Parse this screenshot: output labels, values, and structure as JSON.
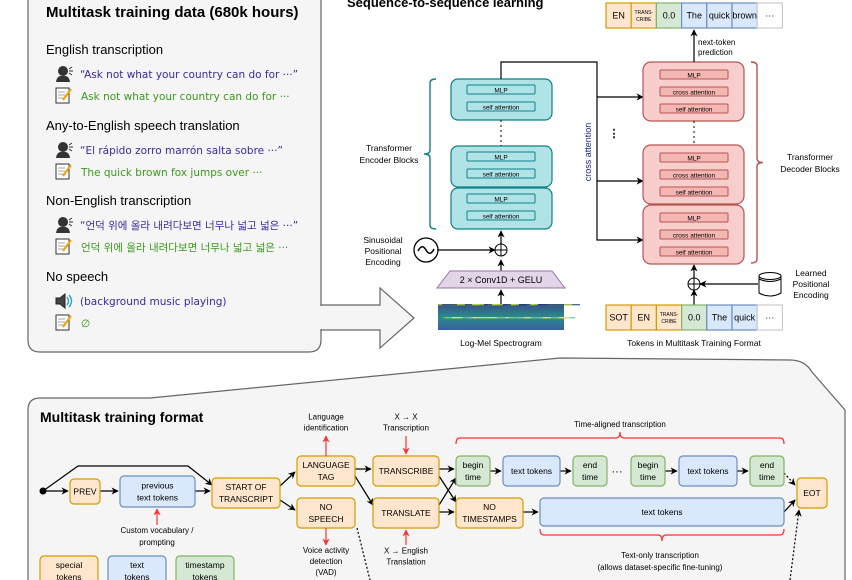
{
  "colors": {
    "special_fill": "#ffe6cc",
    "special_stroke": "#d79b00",
    "text_fill": "#dae8fc",
    "text_stroke": "#6c8ebf",
    "timestamp_fill": "#d5e8d4",
    "timestamp_stroke": "#82b366",
    "encoder_fill": "#b0e3e6",
    "encoder_stroke": "#0e8088",
    "decoder_fill": "#f8cecc",
    "decoder_stroke": "#b85450",
    "conv_fill": "#e1d5e7",
    "conv_stroke": "#9673a6",
    "annotation_red": "#ff3333",
    "speech_text": "#3a2aa0",
    "transcript_text": "#3a9a1a"
  },
  "left_panel": {
    "title": "Multitask training data (680k hours)",
    "sections": [
      {
        "heading": "English transcription",
        "speech_icon": "speaking-head-icon",
        "speech": "“Ask not what your country can do for ···”",
        "text_icon": "memo-icon",
        "text": "Ask not what your country can do for ···"
      },
      {
        "heading": "Any-to-English speech translation",
        "speech_icon": "speaking-head-icon",
        "speech": "“El rápido zorro marrón salta sobre ···”",
        "text_icon": "memo-icon",
        "text": "The quick brown fox jumps over ···"
      },
      {
        "heading": "Non-English transcription",
        "speech_icon": "speaking-head-icon",
        "speech": "“언덕 위에 올라 내려다보면 너무나 넓고 넓은 ···”",
        "text_icon": "memo-icon",
        "text": "언덕 위에 올라 내려다보면 너무나 넓고 넓은 ···"
      },
      {
        "heading": "No speech",
        "speech_icon": "speaker-icon",
        "speech": "(background music playing)",
        "text_icon": "memo-icon",
        "text": "∅"
      }
    ]
  },
  "seq": {
    "title": "Sequence-to-sequence learning",
    "mlp": "MLP",
    "self_attention": "self attention",
    "cross_attention_layer": "cross attention",
    "cross_attention": "cross attention",
    "encoder_label": [
      "Transformer",
      "Encoder Blocks"
    ],
    "decoder_label": [
      "Transformer",
      "Decoder Blocks"
    ],
    "sinusoid_label": [
      "Sinusoidal",
      "Positional",
      "Encoding"
    ],
    "learned_label": [
      "Learned",
      "Positional",
      "Encoding"
    ],
    "conv": "2 × Conv1D + GELU",
    "spectrogram_label": "Log-Mel Spectrogram",
    "tokens_label": "Tokens in Multitask Training Format",
    "next_token": [
      "next-token",
      "prediction"
    ],
    "ellipsis": "⋮",
    "output_tokens": [
      {
        "lines": [
          "EN"
        ],
        "kind": "special"
      },
      {
        "lines": [
          "TRANS-",
          "CRIBE"
        ],
        "kind": "special"
      },
      {
        "lines": [
          "0.0"
        ],
        "kind": "timestamp"
      },
      {
        "lines": [
          "The"
        ],
        "kind": "text"
      },
      {
        "lines": [
          "quick"
        ],
        "kind": "text"
      },
      {
        "lines": [
          "brown"
        ],
        "kind": "text"
      },
      {
        "lines": [
          "···"
        ],
        "kind": "plain"
      }
    ],
    "input_tokens": [
      {
        "lines": [
          "SOT"
        ],
        "kind": "special"
      },
      {
        "lines": [
          "EN"
        ],
        "kind": "special"
      },
      {
        "lines": [
          "TRANS-",
          "CRIBE"
        ],
        "kind": "special"
      },
      {
        "lines": [
          "0.0"
        ],
        "kind": "timestamp"
      },
      {
        "lines": [
          "The"
        ],
        "kind": "text"
      },
      {
        "lines": [
          "quick"
        ],
        "kind": "text"
      },
      {
        "lines": [
          "···"
        ],
        "kind": "plain"
      }
    ]
  },
  "format": {
    "title": "Multitask training format",
    "boxes": {
      "prev": [
        "PREV"
      ],
      "previous_text": [
        "previous",
        "text tokens"
      ],
      "sot": [
        "START OF",
        "TRANSCRIPT"
      ],
      "language_tag": [
        "LANGUAGE",
        "TAG"
      ],
      "no_speech": [
        "NO",
        "SPEECH"
      ],
      "transcribe": [
        "TRANSCRIBE"
      ],
      "translate": [
        "TRANSLATE"
      ],
      "begin_time_1": [
        "begin",
        "time"
      ],
      "text_tokens_1": [
        "text tokens"
      ],
      "end_time_1": [
        "end",
        "time"
      ],
      "begin_time_2": [
        "begin",
        "time"
      ],
      "text_tokens_2": [
        "text tokens"
      ],
      "end_time_2": [
        "end",
        "time"
      ],
      "no_timestamps": [
        "NO",
        "TIMESTAMPS"
      ],
      "text_tokens_long": [
        "text tokens"
      ],
      "eot": [
        "EOT"
      ]
    },
    "ellipsis": "···",
    "annotations": {
      "language_id": [
        "Language",
        "identification"
      ],
      "x_to_x": [
        "X → X",
        "Transcription"
      ],
      "time_aligned": [
        "Time-aligned transcription"
      ],
      "custom_vocab": [
        "Custom vocabulary /",
        "prompting"
      ],
      "vad": [
        "Voice activity",
        "detection",
        "(VAD)"
      ],
      "x_to_en": [
        "X → English",
        "Translation"
      ],
      "text_only": [
        "Text-only transcription",
        "(allows dataset-specific fine-tuning)"
      ]
    },
    "legend": [
      {
        "lines": [
          "special",
          "tokens"
        ],
        "kind": "special"
      },
      {
        "lines": [
          "text",
          "tokens"
        ],
        "kind": "text"
      },
      {
        "lines": [
          "timestamp",
          "tokens"
        ],
        "kind": "timestamp"
      }
    ]
  }
}
